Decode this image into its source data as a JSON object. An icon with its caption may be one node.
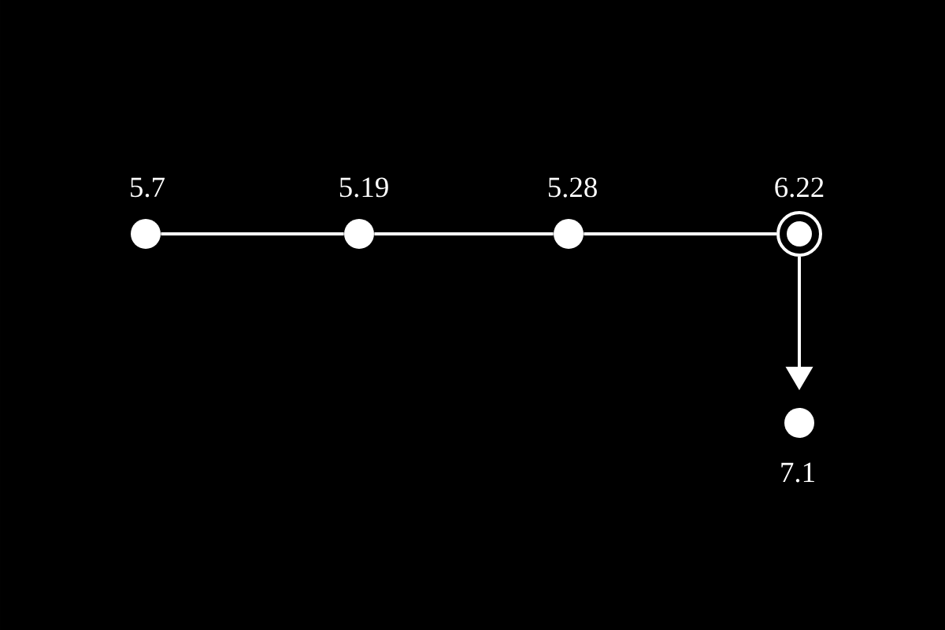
{
  "diagram": {
    "nodes": [
      {
        "text": [],
        "shape": "circle",
        "beside": [
          "5.7"
        ]
      },
      {
        "text": [],
        "shape": "circle",
        "beside": [
          "5.19"
        ]
      },
      {
        "text": [],
        "shape": "circle",
        "beside": [
          "5.28"
        ]
      },
      {
        "text": [],
        "shape": "ring",
        "beside": [
          "6.22"
        ]
      },
      {
        "text": [],
        "shape": "circle",
        "beside": [
          "7.1"
        ]
      }
    ],
    "edges": [
      {
        "from": 0,
        "to": 1,
        "arrow": "none"
      },
      {
        "from": 1,
        "to": 2,
        "arrow": "none"
      },
      {
        "from": 2,
        "to": 3,
        "arrow": "none"
      },
      {
        "from": 3,
        "to": 4,
        "arrow": "to"
      }
    ]
  }
}
